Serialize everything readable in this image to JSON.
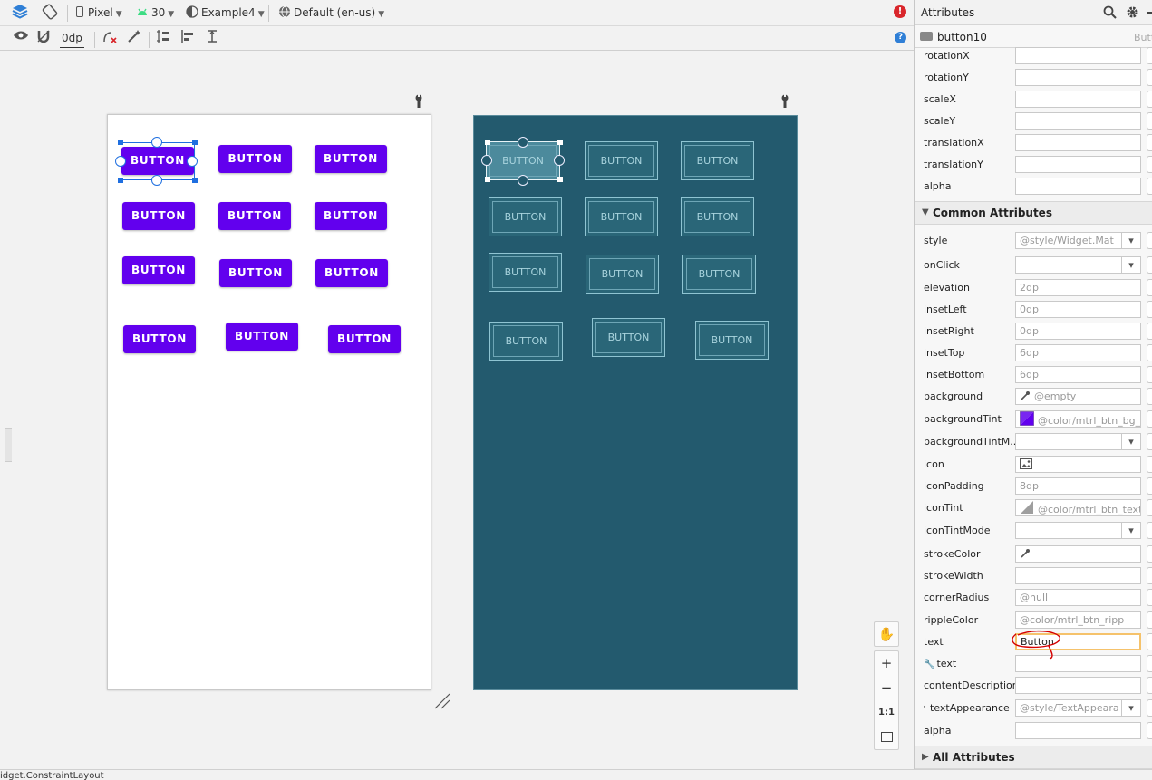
{
  "toolbar": {
    "device": "Pixel",
    "api": "30",
    "theme": "Example4",
    "locale": "Default (en-us)",
    "margin": "0dp"
  },
  "design": {
    "buttons": [
      "BUTTON",
      "BUTTON",
      "BUTTON",
      "BUTTON",
      "BUTTON",
      "BUTTON",
      "BUTTON",
      "BUTTON",
      "BUTTON",
      "BUTTON",
      "BUTTON",
      "BUTTON"
    ]
  },
  "blueprint": {
    "buttons": [
      "BUTTON",
      "BUTTON",
      "BUTTON",
      "BUTTON",
      "BUTTON",
      "BUTTON",
      "BUTTON",
      "BUTTON",
      "BUTTON",
      "BUTTON",
      "BUTTON",
      "BUTTON"
    ]
  },
  "zoom": {
    "plus": "+",
    "minus": "−",
    "one_to_one": "1:1"
  },
  "status": {
    "text": "idget.ConstraintLayout"
  },
  "panel": {
    "title": "Attributes",
    "component": "button10",
    "component_type": "Butt",
    "top_rows": [
      {
        "label": "rotationX",
        "value": ""
      },
      {
        "label": "rotationY",
        "value": ""
      },
      {
        "label": "scaleX",
        "value": ""
      },
      {
        "label": "scaleY",
        "value": ""
      },
      {
        "label": "translationX",
        "value": ""
      },
      {
        "label": "translationY",
        "value": ""
      },
      {
        "label": "alpha",
        "value": ""
      }
    ],
    "common_section": "Common Attributes",
    "common_rows": [
      {
        "label": "style",
        "value": "@style/Widget.Mat",
        "dropdown": true
      },
      {
        "label": "onClick",
        "value": "",
        "dropdown": true
      },
      {
        "label": "elevation",
        "value": "2dp"
      },
      {
        "label": "insetLeft",
        "value": "0dp"
      },
      {
        "label": "insetRight",
        "value": "0dp"
      },
      {
        "label": "insetTop",
        "value": "6dp"
      },
      {
        "label": "insetBottom",
        "value": "6dp"
      },
      {
        "label": "background",
        "value": "@empty",
        "icon": "eyedropper-icon"
      },
      {
        "label": "backgroundTint",
        "value": "@color/mtrl_btn_bg_c",
        "icon": "color-swatch-icon"
      },
      {
        "label": "backgroundTintM...",
        "value": "",
        "dropdown": true
      },
      {
        "label": "icon",
        "value": "",
        "icon": "image-icon"
      },
      {
        "label": "iconPadding",
        "value": "8dp"
      },
      {
        "label": "iconTint",
        "value": "@color/mtrl_btn_text_",
        "icon": "gray-swatch-icon"
      },
      {
        "label": "iconTintMode",
        "value": "",
        "dropdown": true
      },
      {
        "label": "strokeColor",
        "value": "",
        "icon": "eyedropper-icon"
      },
      {
        "label": "strokeWidth",
        "value": ""
      },
      {
        "label": "cornerRadius",
        "value": "@null"
      },
      {
        "label": "rippleColor",
        "value": "@color/mtrl_btn_ripp"
      },
      {
        "label": "text",
        "value": "Button",
        "active": true
      },
      {
        "label": "text",
        "value": "",
        "wrench": true
      },
      {
        "label": "contentDescription",
        "value": ""
      },
      {
        "label": "textAppearance",
        "value": "@style/TextAppeara",
        "dropdown": true,
        "expander": true
      },
      {
        "label": "alpha",
        "value": ""
      }
    ],
    "all_section": "All Attributes"
  },
  "colors": {
    "accent": "#6200ee",
    "blueprint_bg": "#235a6e",
    "selection": "#1f6fe0",
    "error": "#d9262b",
    "help": "#2f7fd6",
    "annotation": "#d40000"
  }
}
